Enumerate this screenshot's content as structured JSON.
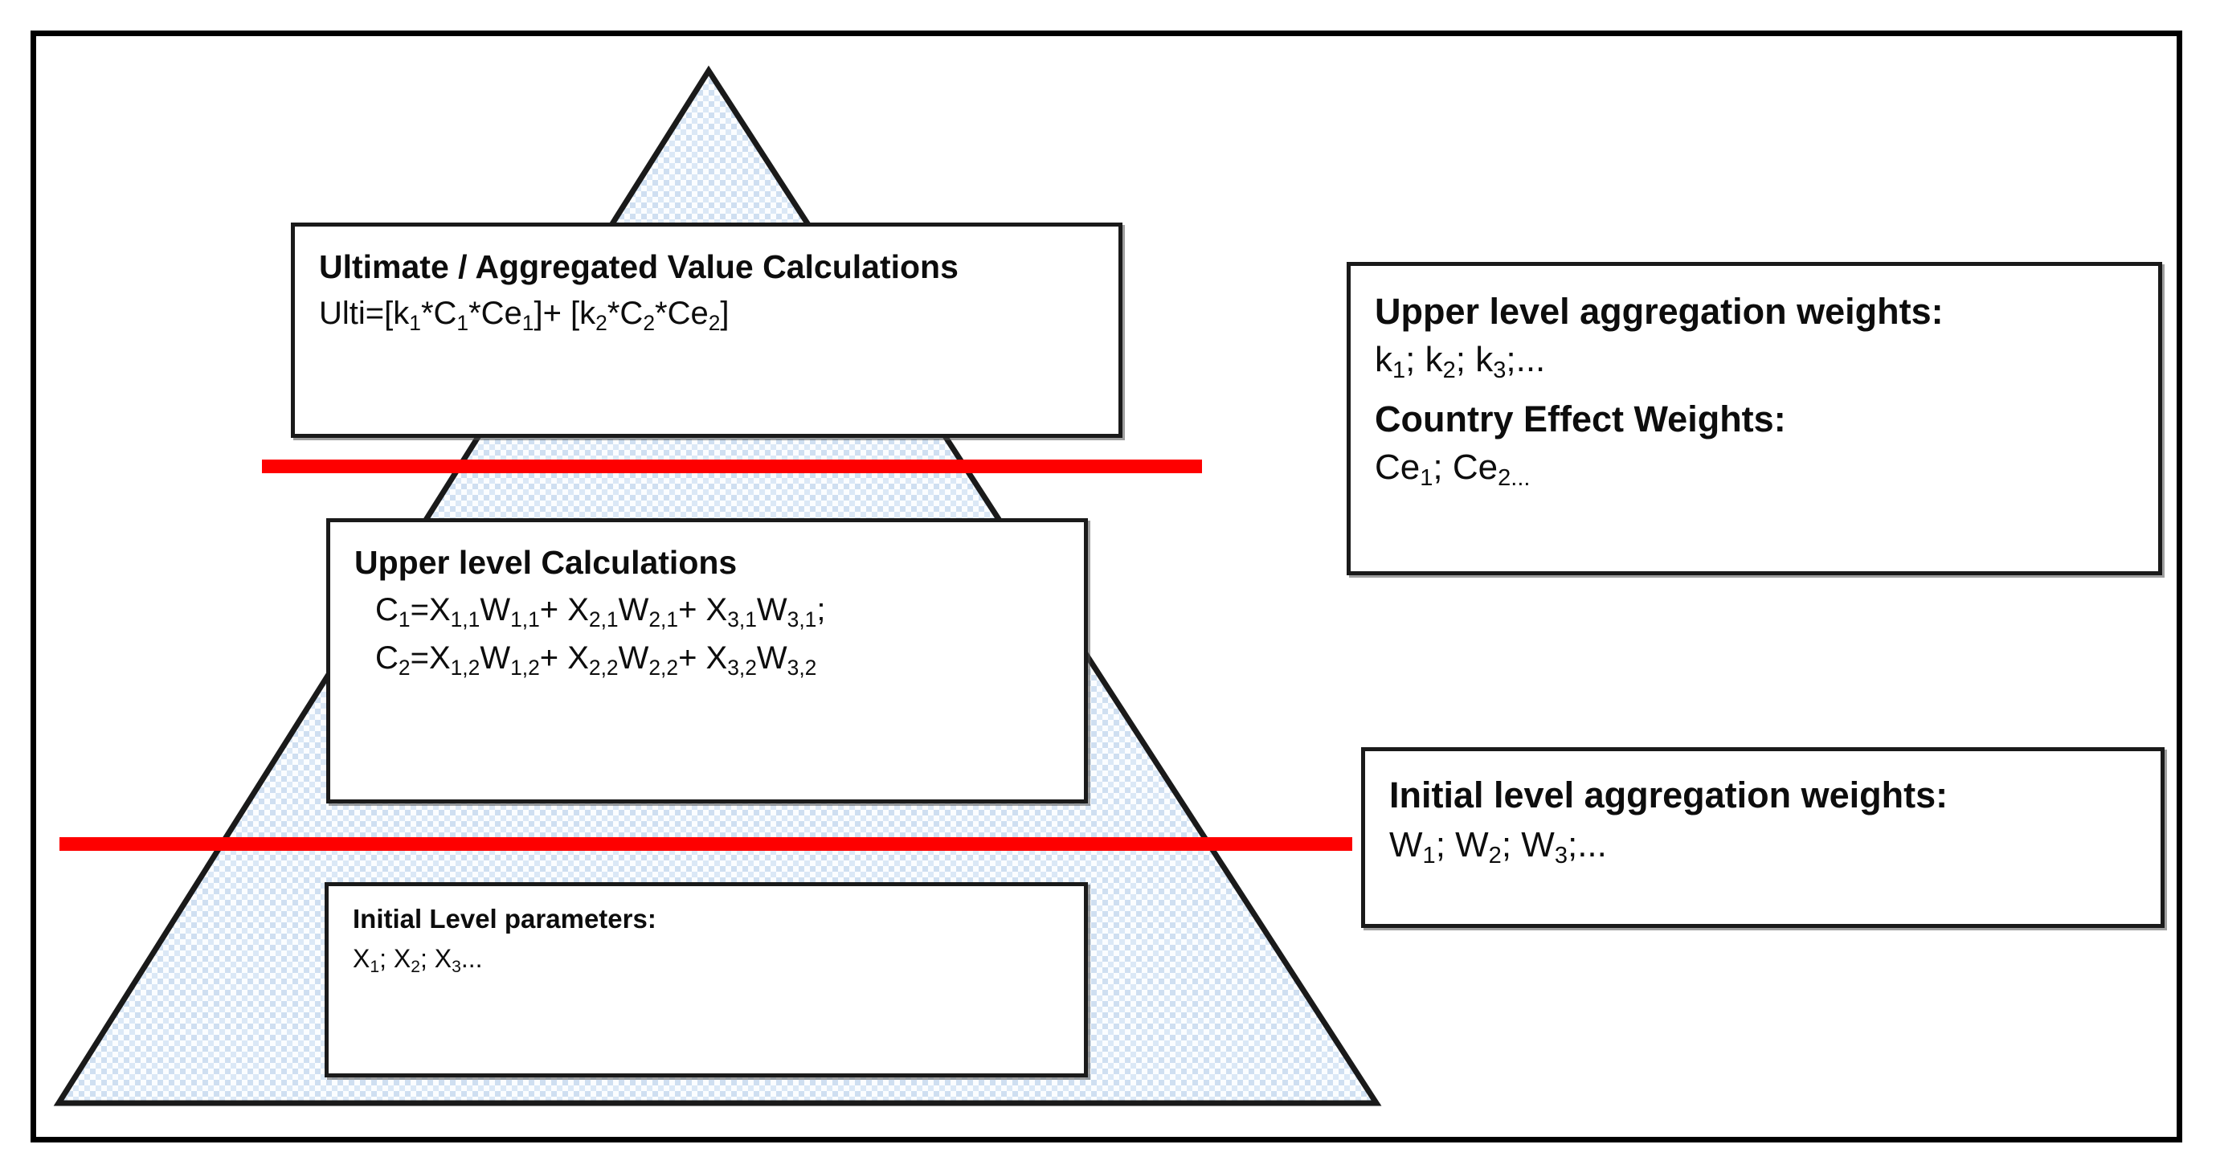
{
  "diagram": {
    "title": "Hierarchical aggregation pyramid",
    "frame": {
      "border_color": "#000000"
    },
    "pyramid": {
      "fill_pattern": "light-blue-checker-dots",
      "fill_color": "#c5d9ee",
      "outline_color": "#1a1a1a"
    },
    "divider_lines": {
      "color": "#fe0000",
      "upper_label": "upper-level-divider",
      "lower_label": "initial-level-divider"
    }
  },
  "pyramid_boxes": {
    "ultimate": {
      "heading": "Ultimate / Aggregated Value Calculations",
      "formula_plain": "Ulti=[k1*C1*Ce1]+ [k2*C2*Ce2]",
      "formula_parts": {
        "p1": "Ulti=[k",
        "s1": "1",
        "p2": "*C",
        "s2": "1",
        "p3": "*Ce",
        "s3": "1",
        "p4": "]+ [k",
        "s4": "2",
        "p5": "*C",
        "s5": "2",
        "p6": "*Ce",
        "s6": "2",
        "p7": "]"
      }
    },
    "upper_level": {
      "heading": "Upper level Calculations",
      "formula1_plain": "C1=X1,1W1,1+ X2,1W2,1+ X3,1W3,1;",
      "formula2_plain": "C2=X1,2W1,2+ X2,2W2,2+ X3,2W3,2",
      "formula1_parts": {
        "a0": "C",
        "a0s": "1",
        "a1": "=X",
        "a1s": "1,1",
        "a2": "W",
        "a2s": "1,1",
        "a3": "+ X",
        "a3s": "2,1",
        "a4": "W",
        "a4s": "2,1",
        "a5": "+ X",
        "a5s": "3,1",
        "a6": "W",
        "a6s": "3,1",
        "a7": ";"
      },
      "formula2_parts": {
        "a0": "C",
        "a0s": "2",
        "a1": "=X",
        "a1s": "1,2",
        "a2": "W",
        "a2s": "1,2",
        "a3": "+ X",
        "a3s": "2,2",
        "a4": "W",
        "a4s": "2,2",
        "a5": "+ X",
        "a5s": "3,2",
        "a6": "W",
        "a6s": "3,2",
        "a7": ""
      }
    },
    "initial_level": {
      "heading": "Initial Level parameters:",
      "formula_plain": "X1; X2; X3...",
      "formula_parts": {
        "p1": "X",
        "s1": "1",
        "p2": "; X",
        "s2": "2",
        "p3": "; X",
        "s3": "3",
        "p4": "..."
      }
    }
  },
  "legend_boxes": {
    "upper_weights": {
      "heading1": "Upper level aggregation weights:",
      "values1_plain": "k1; k2; k3;...",
      "values1_parts": {
        "p1": "k",
        "s1": "1",
        "p2": "; k",
        "s2": "2",
        "p3": "; k",
        "s3": "3",
        "p4": ";..."
      },
      "heading2": "Country Effect Weights:",
      "values2_plain": "Ce1; Ce2...",
      "values2_parts": {
        "p1": "Ce",
        "s1": "1",
        "p2": "; Ce",
        "s2": "2...",
        "p3": ""
      }
    },
    "initial_weights": {
      "heading": "Initial level aggregation weights:",
      "values_plain": "W1; W2; W3;...",
      "values_parts": {
        "p1": "W",
        "s1": "1",
        "p2": "; W",
        "s2": "2",
        "p3": "; W",
        "s3": "3",
        "p4": ";..."
      }
    }
  }
}
